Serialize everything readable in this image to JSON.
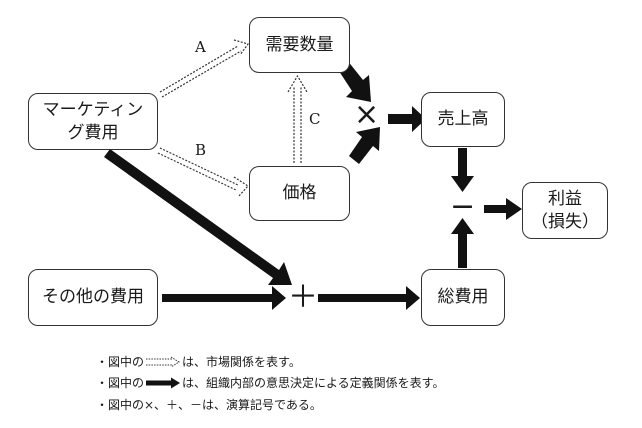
{
  "nodes": {
    "marketing": "マーケティング費用",
    "demand": "需要数量",
    "price": "価格",
    "sales": "売上高",
    "profit_line1": "利益",
    "profit_line2": "（損失）",
    "other_costs": "その他の費用",
    "total_costs": "総費用"
  },
  "edge_labels": {
    "a": "A",
    "b": "B",
    "c": "C"
  },
  "operators": {
    "multiply": "×",
    "minus": "−",
    "plus": "＋"
  },
  "legend": {
    "line1_prefix": "・図中の",
    "line1_suffix": "は、市場関係を表す。",
    "line2_prefix": "・図中の",
    "line2_suffix": "は、組織内部の意思決定による定義関係を表す。",
    "line3": "・図中の×、＋、－は、演算記号である。"
  }
}
